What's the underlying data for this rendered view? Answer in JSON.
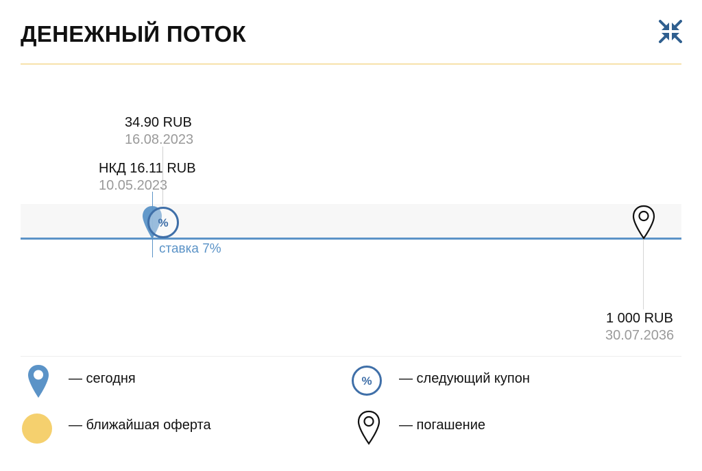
{
  "header": {
    "title": "ДЕНЕЖНЫЙ ПОТОК"
  },
  "timeline": {
    "next_coupon": {
      "amount": "34.90 RUB",
      "date": "16.08.2023"
    },
    "today": {
      "accrued": "НКД 16.11 RUB",
      "date": "10.05.2023"
    },
    "rate": "ставка 7%",
    "maturity": {
      "amount": "1 000 RUB",
      "date": "30.07.2036"
    }
  },
  "legend": {
    "today": "— сегодня",
    "offer": "— ближайшая оферта",
    "next_coupon": "— следующий купон",
    "maturity": "— погашение"
  },
  "colors": {
    "accent": "#5b93c7",
    "coupon": "#3f6fa8",
    "offer": "#f5d06e",
    "header_rule": "#f0c860"
  },
  "icons": {
    "collapse": "compress-arrows-icon",
    "today": "location-pin-filled-icon",
    "coupon": "percent-circle-icon",
    "maturity": "location-pin-outline-icon",
    "offer": "yellow-circle-icon"
  }
}
